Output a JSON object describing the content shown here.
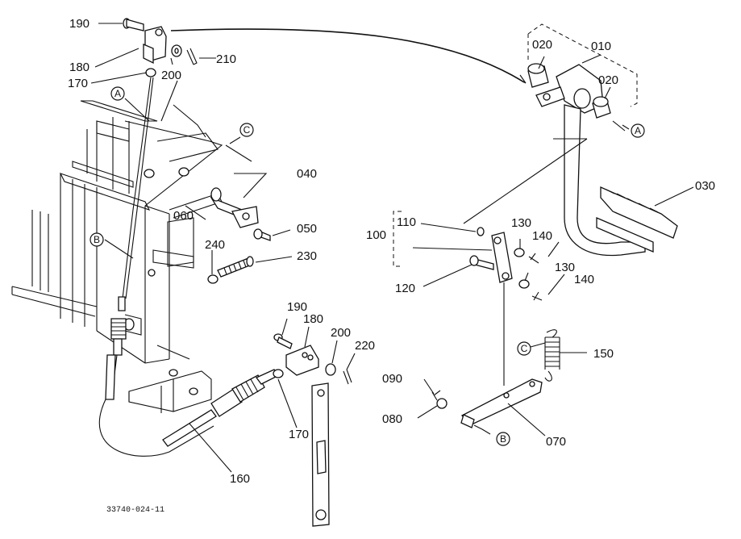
{
  "drawing_ref": "33740-024-11",
  "parts": {
    "p190a": "190",
    "p180a": "180",
    "p200a": "200",
    "p210": "210",
    "p170a": "170",
    "p010": "010",
    "p020a": "020",
    "p020b": "020",
    "p030": "030",
    "p040": "040",
    "p050": "050",
    "p060": "060",
    "p100": "100",
    "p110": "110",
    "p120": "120",
    "p130a": "130",
    "p130b": "130",
    "p140a": "140",
    "p140b": "140",
    "p150": "150",
    "p230": "230",
    "p240": "240",
    "p190b": "190",
    "p180b": "180",
    "p200b": "200",
    "p220": "220",
    "p170b": "170",
    "p160": "160",
    "p090": "090",
    "p080": "080",
    "p070": "070"
  },
  "refs": {
    "a1": "A",
    "a2": "A",
    "b1": "B",
    "b2": "B",
    "c1": "C",
    "c2": "C"
  }
}
